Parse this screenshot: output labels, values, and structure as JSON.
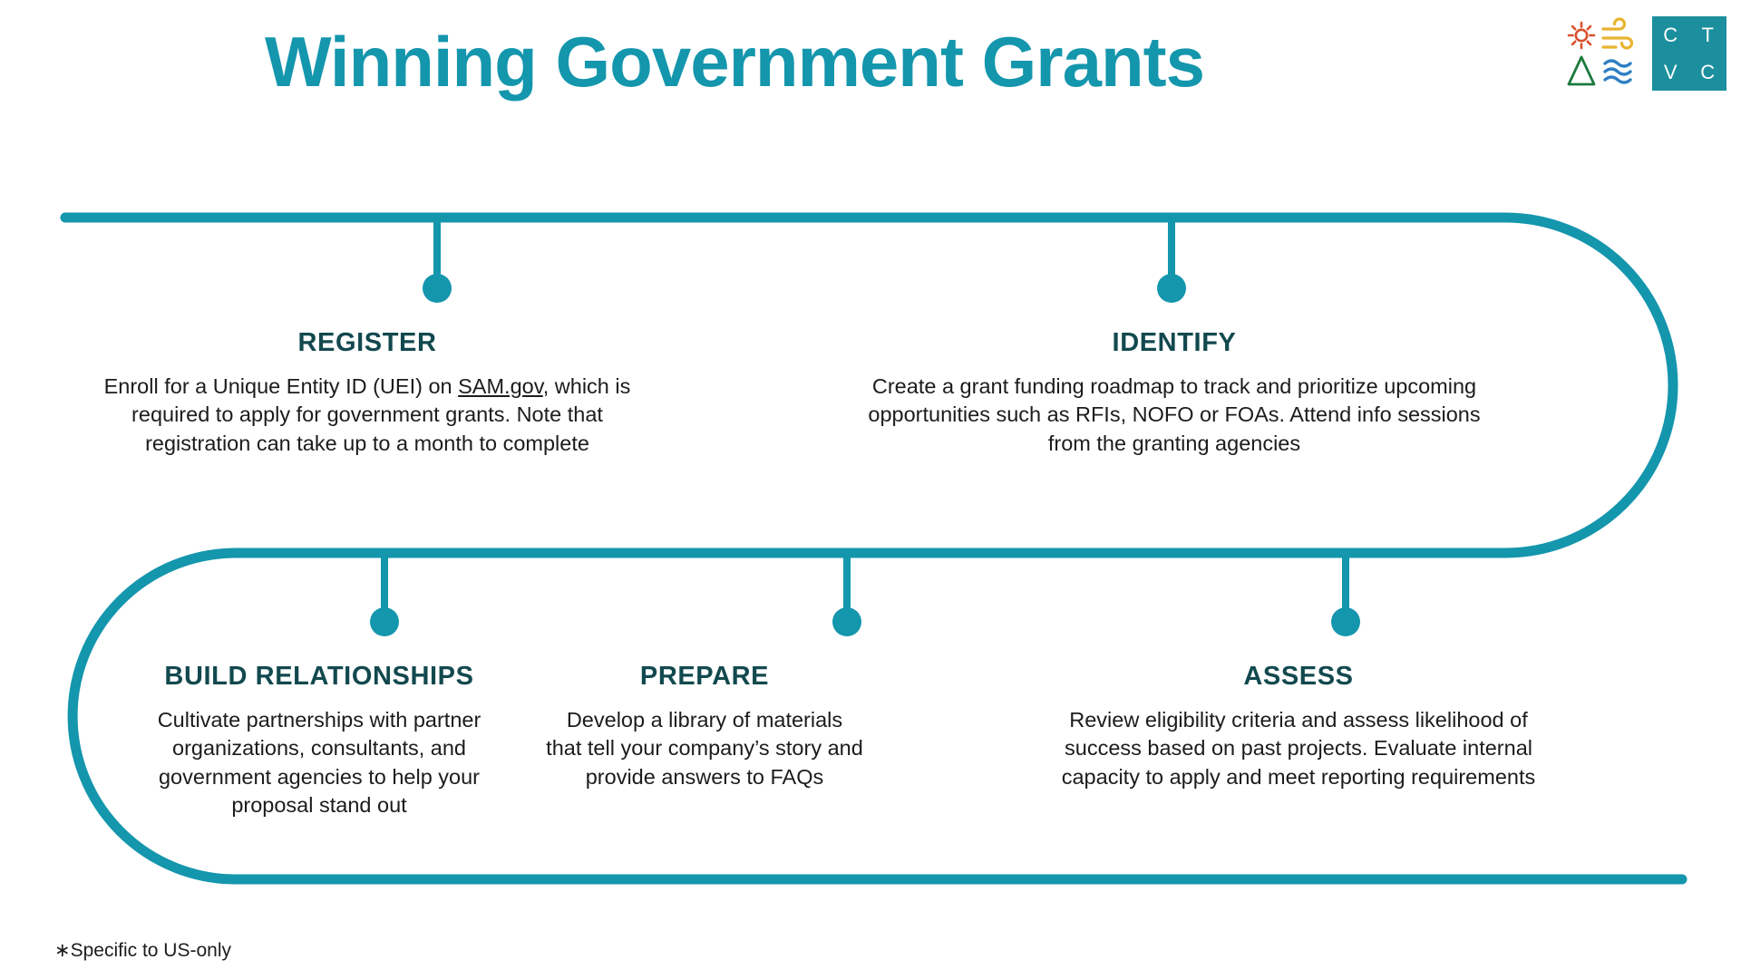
{
  "header": {
    "title": "Winning Government Grants",
    "logo": {
      "wordmark_letters": [
        "C",
        "T",
        "V",
        "C"
      ],
      "icons": [
        "sun-icon",
        "wind-icon",
        "mountain-icon",
        "waves-icon"
      ],
      "colors": {
        "box": "#1b8f9e",
        "sun": "#d9502b",
        "wind": "#e8b530",
        "mountain": "#1c7a3c",
        "waves": "#2f7fc4"
      }
    }
  },
  "theme": {
    "accent": "#1496ad",
    "heading": "#12494e",
    "body_text": "#1c1c1c",
    "background": "#ffffff"
  },
  "steps": [
    {
      "id": "register",
      "title": "REGISTER",
      "body_pre": "Enroll for a Unique Entity ID (UEI) on ",
      "body_link": "SAM.gov",
      "body_post": ", which is required to apply for government grants. Note that registration can take up to a month to complete",
      "body_full": "Enroll for a Unique Entity ID (UEI) on SAM.gov, which is required to apply for government grants. Note that registration can take up to a month to complete"
    },
    {
      "id": "identify",
      "title": "IDENTIFY",
      "body_full": "Create a grant funding roadmap to track and prioritize upcoming opportunities such as RFIs, NOFO or FOAs. Attend info sessions from the granting agencies"
    },
    {
      "id": "build-relationships",
      "title": "BUILD RELATIONSHIPS",
      "body_full": "Cultivate partnerships with partner organizations, consultants, and government agencies to help your proposal stand out"
    },
    {
      "id": "prepare",
      "title": "PREPARE",
      "body_full": "Develop a library of materials that tell your company’s story and provide answers to FAQs"
    },
    {
      "id": "assess",
      "title": "ASSESS",
      "body_full": "Review eligibility criteria and assess likelihood of success based on past projects. Evaluate internal capacity to apply and meet reporting requirements"
    }
  ],
  "footnote": "∗Specific to US-only"
}
